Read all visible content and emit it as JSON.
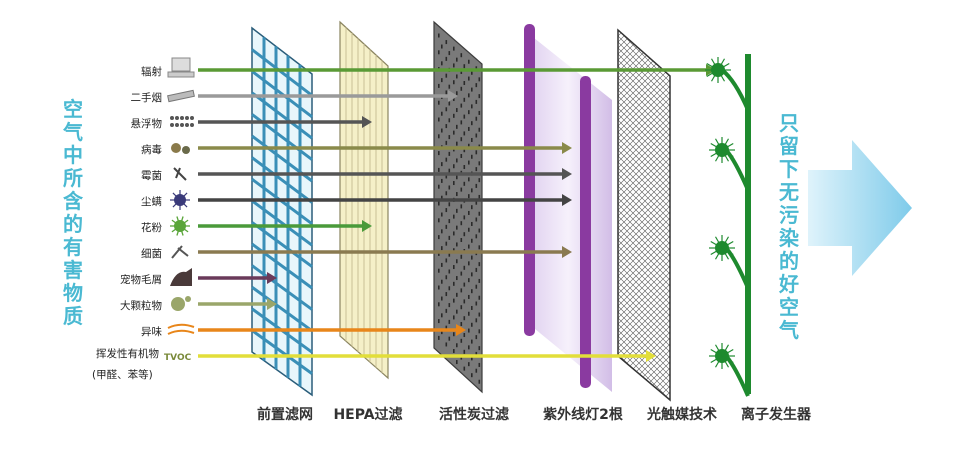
{
  "left_title": "空气中所含的有害物质",
  "right_title": "只留下无污染的好空气",
  "pollutants": [
    "辐射",
    "二手烟",
    "悬浮物",
    "病毒",
    "霉菌",
    "尘螨",
    "花粉",
    "细菌",
    "宠物毛屑",
    "大颗粒物",
    "异味",
    "挥发性有机物"
  ],
  "pollutant_note": "(甲醛、苯等)",
  "tvoc_icon_text": "TVOC",
  "stages": [
    {
      "label": "前置滤网"
    },
    {
      "label": "HEPA过滤"
    },
    {
      "label": "活性炭过滤"
    },
    {
      "label": "紫外线灯2根"
    },
    {
      "label": "光触媒技术"
    },
    {
      "label": "离子发生器"
    }
  ],
  "colors": {
    "title_cyan": "#4ab9d2",
    "mesh_blue": "#77cbe8",
    "hepa_cream": "#f5f0c8",
    "carbon_gray": "#7a7a7a",
    "uv_purple": "#8a3aa0",
    "ion_green": "#1e8a2e",
    "outflow_arrow": "#8fd3ee"
  }
}
